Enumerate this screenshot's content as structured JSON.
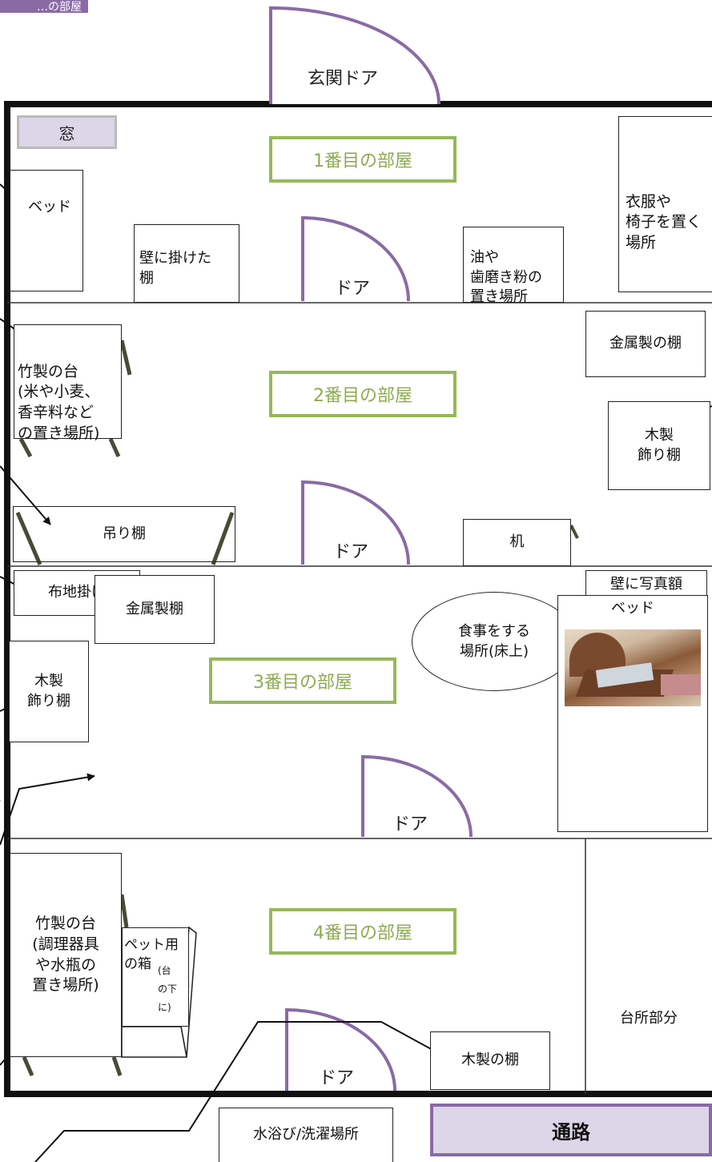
{
  "corner_tag": "…の部屋",
  "entrance_door": "玄関ドア",
  "window_top": "窓",
  "window_side": "窓",
  "rooms": {
    "room1": "1番目の部屋",
    "room2": "2番目の部屋",
    "room3": "3番目の部屋",
    "room4": "4番目の部屋"
  },
  "door_label": "ドア",
  "items": {
    "bed1": "ベッド",
    "wall_shelf": "壁に掛けた\n棚",
    "oil_storage": "油や\n歯磨き粉の\n置き場所",
    "clothes_area": "衣服や\n椅子を置く\n場所",
    "bamboo_stand1": "竹製の台\n(米や小麦、\n香辛料など\nの置き場所)",
    "metal_shelf1": "金属製の棚",
    "wood_deco_shelf1": "木製\n飾り棚",
    "hanging_shelf": "吊り棚",
    "desk": "机",
    "cloth_hanger": "布地掛け",
    "photo_frame": "壁に写真額",
    "eating_area": "食事をする\n場所(床上)",
    "wood_deco_shelf2": "木製\n飾り棚",
    "bed2": "ベッド",
    "metal_shelf2": "金属製棚",
    "bamboo_stand2": "竹製の台\n(調理器具\nや水瓶の\n置き場所)",
    "pet_box_main": "ペット用\nの箱",
    "pet_box_note": "(台\nの下に)",
    "kitchen": "台所部分",
    "wood_shelf": "木製の棚",
    "bathing_area": "水浴び/洗濯場所",
    "passage": "通路"
  },
  "colors": {
    "room_label_border": "#97b858",
    "room_label_text": "#8dab52",
    "door_stroke": "#8a6aa5",
    "lavender_fill": "#dcd6e8",
    "stand_leg": "#4a4a36"
  }
}
